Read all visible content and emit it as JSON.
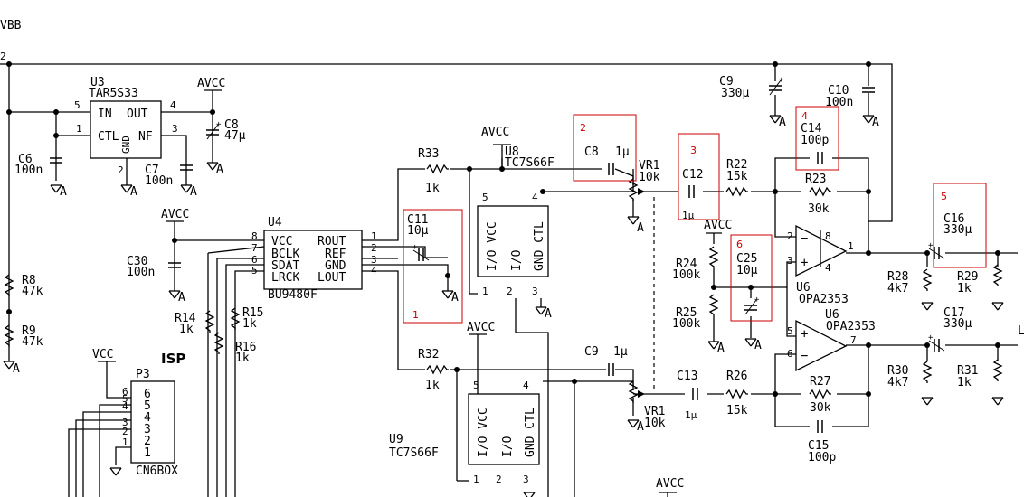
{
  "nets": {
    "vbb": "VBB",
    "avcc": "AVCC",
    "vcc": "VCC",
    "gnd": "A"
  },
  "isp": "ISP",
  "components": {
    "u3": {
      "ref": "U3",
      "part": "TAR5S33",
      "pins": {
        "in": "IN",
        "out": "OUT",
        "ctl": "CTL",
        "gnd": "GND",
        "nf": "NF"
      },
      "pin_numbers": [
        "5",
        "1",
        "4",
        "3",
        "2"
      ]
    },
    "u4": {
      "ref": "U4",
      "part": "BU9480F",
      "left_pins": [
        "VCC",
        "BCLK",
        "SDAT",
        "LRCK"
      ],
      "left_nums": [
        "8",
        "7",
        "6",
        "5"
      ],
      "right_pins": [
        "ROUT",
        "REF",
        "GND",
        "LOUT"
      ],
      "right_nums": [
        "1",
        "2",
        "3",
        "4"
      ]
    },
    "u8": {
      "ref": "U8",
      "part": "TC7S66F",
      "pins": [
        "I/O VCC",
        "I/O",
        "GND CTL"
      ],
      "nums": [
        "5",
        "1",
        "2",
        "3",
        "4"
      ]
    },
    "u9": {
      "ref": "U9",
      "part": "TC7S66F",
      "pins": [
        "I/O VCC",
        "I/O",
        "GND CTL"
      ],
      "nums": [
        "5",
        "1",
        "2",
        "3",
        "4"
      ]
    },
    "u6a": {
      "ref": "U6",
      "part": "OPA2353",
      "nums": [
        "2",
        "3",
        "8",
        "1",
        "4"
      ]
    },
    "u6b": {
      "ref": "U6",
      "part": "OPA2353",
      "nums": [
        "5",
        "6",
        "7"
      ]
    },
    "p3": {
      "ref": "P3",
      "part": "CN6BOX",
      "nums": [
        "6",
        "5",
        "4",
        "3",
        "2",
        "1"
      ]
    },
    "c6": {
      "ref": "C6",
      "value": "100n"
    },
    "c7": {
      "ref": "C7",
      "value": "100n"
    },
    "c8a": {
      "ref": "C8",
      "value": "47µ"
    },
    "c8b": {
      "ref": "C8",
      "value": "1µ"
    },
    "c9a": {
      "ref": "C9",
      "value": "330µ"
    },
    "c9b": {
      "ref": "C9",
      "value": "1µ"
    },
    "c10": {
      "ref": "C10",
      "value": "100n"
    },
    "c11": {
      "ref": "C11",
      "value": "10µ"
    },
    "c12": {
      "ref": "C12",
      "value": "1µ"
    },
    "c13": {
      "ref": "C13",
      "value": "1µ"
    },
    "c14": {
      "ref": "C14",
      "value": "100p"
    },
    "c15": {
      "ref": "C15",
      "value": "100p"
    },
    "c16": {
      "ref": "C16",
      "value": "330µ"
    },
    "c17": {
      "ref": "C17",
      "value": "330µ"
    },
    "c25": {
      "ref": "C25",
      "value": "10µ"
    },
    "c30": {
      "ref": "C30",
      "value": "100n"
    },
    "r8": {
      "ref": "R8",
      "value": "47k"
    },
    "r9": {
      "ref": "R9",
      "value": "47k"
    },
    "r14": {
      "ref": "R14",
      "value": "1k"
    },
    "r15": {
      "ref": "R15",
      "value": "1k"
    },
    "r16": {
      "ref": "R16",
      "value": "1k"
    },
    "r22": {
      "ref": "R22",
      "value": "15k"
    },
    "r23": {
      "ref": "R23",
      "value": "30k"
    },
    "r24": {
      "ref": "R24",
      "value": "100k"
    },
    "r25": {
      "ref": "R25",
      "value": "100k"
    },
    "r26": {
      "ref": "R26",
      "value": "15k"
    },
    "r27": {
      "ref": "R27",
      "value": "30k"
    },
    "r28": {
      "ref": "R28",
      "value": "4k7"
    },
    "r29": {
      "ref": "R29",
      "value": "1k"
    },
    "r30": {
      "ref": "R30",
      "value": "4k7"
    },
    "r31": {
      "ref": "R31",
      "value": "1k"
    },
    "r32": {
      "ref": "R32",
      "value": "1k"
    },
    "r33": {
      "ref": "R33",
      "value": "1k"
    },
    "vr1a": {
      "ref": "VR1",
      "value": "10k"
    },
    "vr1b": {
      "ref": "VR1",
      "value": "10k"
    }
  },
  "highlights": [
    "1",
    "2",
    "3",
    "4",
    "5",
    "6"
  ],
  "misc": {
    "pin2_vbb": "2",
    "l_label": "L"
  }
}
